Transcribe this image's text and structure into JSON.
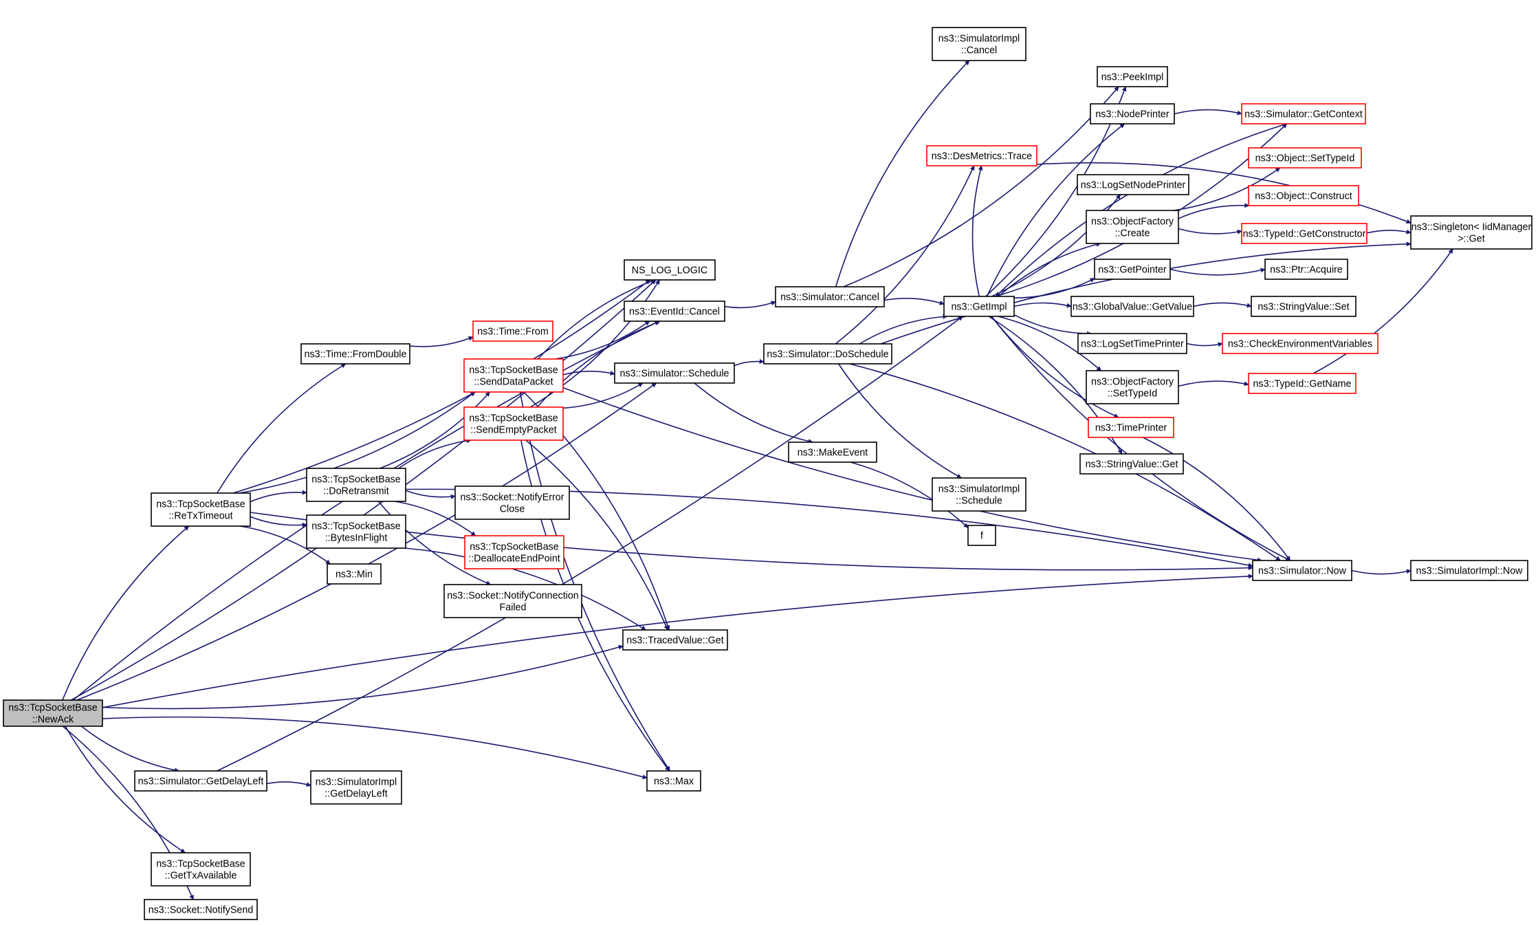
{
  "colors": {
    "edge": "#191970",
    "box_border_default": "#000000",
    "box_border_incomplete": "#ff0000",
    "root_fill": "#bfbfbf",
    "box_fill": "#ffffff"
  },
  "nodes": [
    {
      "id": "newack",
      "lines": [
        "ns3::TcpSocketBase",
        "::NewAck"
      ],
      "style": "root"
    },
    {
      "id": "ns_log_logic",
      "lines": [
        "NS_LOG_LOGIC"
      ],
      "style": "normal"
    },
    {
      "id": "eventid_cancel",
      "lines": [
        "ns3::EventId::Cancel"
      ],
      "style": "normal"
    },
    {
      "id": "sim_cancel",
      "lines": [
        "ns3::Simulator::Cancel"
      ],
      "style": "normal"
    },
    {
      "id": "simimpl_cancel",
      "lines": [
        "ns3::SimulatorImpl",
        "::Cancel"
      ],
      "style": "normal"
    },
    {
      "id": "peekimpl",
      "lines": [
        "ns3::PeekImpl"
      ],
      "style": "normal"
    },
    {
      "id": "nodeprinter",
      "lines": [
        "ns3::NodePrinter"
      ],
      "style": "normal"
    },
    {
      "id": "sim_getcontext",
      "lines": [
        "ns3::Simulator::GetContext"
      ],
      "style": "incomplete"
    },
    {
      "id": "desmetrics_trace",
      "lines": [
        "ns3::DesMetrics::Trace"
      ],
      "style": "incomplete"
    },
    {
      "id": "object_settypeid",
      "lines": [
        "ns3::Object::SetTypeId"
      ],
      "style": "incomplete"
    },
    {
      "id": "logsetnodeprinter",
      "lines": [
        "ns3::LogSetNodePrinter"
      ],
      "style": "normal"
    },
    {
      "id": "object_construct",
      "lines": [
        "ns3::Object::Construct"
      ],
      "style": "incomplete"
    },
    {
      "id": "objectfactory_create",
      "lines": [
        "ns3::ObjectFactory",
        "::Create"
      ],
      "style": "normal"
    },
    {
      "id": "typeid_getconstructor",
      "lines": [
        "ns3::TypeId::GetConstructor"
      ],
      "style": "incomplete"
    },
    {
      "id": "singleton_get",
      "lines": [
        "ns3::Singleton< IidManager",
        ">::Get"
      ],
      "style": "normal"
    },
    {
      "id": "getpointer",
      "lines": [
        "ns3::GetPointer"
      ],
      "style": "normal"
    },
    {
      "id": "ptr_acquire",
      "lines": [
        "ns3::Ptr::Acquire"
      ],
      "style": "normal"
    },
    {
      "id": "getimpl",
      "lines": [
        "ns3::GetImpl"
      ],
      "style": "normal"
    },
    {
      "id": "globalvalue_getvalue",
      "lines": [
        "ns3::GlobalValue::GetValue"
      ],
      "style": "normal"
    },
    {
      "id": "stringvalue_set",
      "lines": [
        "ns3::StringValue::Set"
      ],
      "style": "normal"
    },
    {
      "id": "logsettimeprinter",
      "lines": [
        "ns3::LogSetTimePrinter"
      ],
      "style": "normal"
    },
    {
      "id": "checkenvvars",
      "lines": [
        "ns3::CheckEnvironmentVariables"
      ],
      "style": "incomplete"
    },
    {
      "id": "objectfactory_settypeid",
      "lines": [
        "ns3::ObjectFactory",
        "::SetTypeId"
      ],
      "style": "normal"
    },
    {
      "id": "typeid_getname",
      "lines": [
        "ns3::TypeId::GetName"
      ],
      "style": "incomplete"
    },
    {
      "id": "timeprinter",
      "lines": [
        "ns3::TimePrinter"
      ],
      "style": "incomplete"
    },
    {
      "id": "stringvalue_get",
      "lines": [
        "ns3::StringValue::Get"
      ],
      "style": "normal"
    },
    {
      "id": "time_from",
      "lines": [
        "ns3::Time::From"
      ],
      "style": "incomplete"
    },
    {
      "id": "time_fromdouble",
      "lines": [
        "ns3::Time::FromDouble"
      ],
      "style": "normal"
    },
    {
      "id": "senddatapacket",
      "lines": [
        "ns3::TcpSocketBase",
        "::SendDataPacket"
      ],
      "style": "incomplete"
    },
    {
      "id": "sim_schedule",
      "lines": [
        "ns3::Simulator::Schedule"
      ],
      "style": "normal"
    },
    {
      "id": "sim_doschedule",
      "lines": [
        "ns3::Simulator::DoSchedule"
      ],
      "style": "normal"
    },
    {
      "id": "sendemptypacket",
      "lines": [
        "ns3::TcpSocketBase",
        "::SendEmptyPacket"
      ],
      "style": "incomplete"
    },
    {
      "id": "makeevent",
      "lines": [
        "ns3::MakeEvent"
      ],
      "style": "normal"
    },
    {
      "id": "doretransmit",
      "lines": [
        "ns3::TcpSocketBase",
        "::DoRetransmit"
      ],
      "style": "normal"
    },
    {
      "id": "retxtimeout",
      "lines": [
        "ns3::TcpSocketBase",
        "::ReTxTimeout"
      ],
      "style": "normal"
    },
    {
      "id": "notifyerrorclose",
      "lines": [
        "ns3::Socket::NotifyError",
        "Close"
      ],
      "style": "normal"
    },
    {
      "id": "simimpl_schedule",
      "lines": [
        "ns3::SimulatorImpl",
        "::Schedule"
      ],
      "style": "normal"
    },
    {
      "id": "bytesinflight",
      "lines": [
        "ns3::TcpSocketBase",
        "::BytesInFlight"
      ],
      "style": "normal"
    },
    {
      "id": "f",
      "lines": [
        "f"
      ],
      "style": "normal"
    },
    {
      "id": "deallocateendpoint",
      "lines": [
        "ns3::TcpSocketBase",
        "::DeallocateEndPoint"
      ],
      "style": "incomplete"
    },
    {
      "id": "min",
      "lines": [
        "ns3::Min"
      ],
      "style": "normal"
    },
    {
      "id": "sim_now",
      "lines": [
        "ns3::Simulator::Now"
      ],
      "style": "normal"
    },
    {
      "id": "simimpl_now",
      "lines": [
        "ns3::SimulatorImpl::Now"
      ],
      "style": "normal"
    },
    {
      "id": "notifyconnectionfailed",
      "lines": [
        "ns3::Socket::NotifyConnection",
        "Failed"
      ],
      "style": "normal"
    },
    {
      "id": "tracedvalue_get",
      "lines": [
        "ns3::TracedValue::Get"
      ],
      "style": "normal"
    },
    {
      "id": "sim_getdelayleft",
      "lines": [
        "ns3::Simulator::GetDelayLeft"
      ],
      "style": "normal"
    },
    {
      "id": "simimpl_getdelayleft",
      "lines": [
        "ns3::SimulatorImpl",
        "::GetDelayLeft"
      ],
      "style": "normal"
    },
    {
      "id": "max",
      "lines": [
        "ns3::Max"
      ],
      "style": "normal"
    },
    {
      "id": "gettxavailable",
      "lines": [
        "ns3::TcpSocketBase",
        "::GetTxAvailable"
      ],
      "style": "normal"
    },
    {
      "id": "notifysend",
      "lines": [
        "ns3::Socket::NotifySend"
      ],
      "style": "normal"
    }
  ],
  "edges": [
    [
      "newack",
      "ns_log_logic"
    ],
    [
      "newack",
      "eventid_cancel"
    ],
    [
      "newack",
      "sim_schedule"
    ],
    [
      "newack",
      "retxtimeout"
    ],
    [
      "newack",
      "tracedvalue_get"
    ],
    [
      "newack",
      "sim_now"
    ],
    [
      "newack",
      "sim_getdelayleft"
    ],
    [
      "newack",
      "max"
    ],
    [
      "newack",
      "gettxavailable"
    ],
    [
      "newack",
      "notifysend"
    ],
    [
      "eventid_cancel",
      "sim_cancel"
    ],
    [
      "sim_cancel",
      "simimpl_cancel"
    ],
    [
      "sim_cancel",
      "peekimpl"
    ],
    [
      "sim_cancel",
      "getimpl"
    ],
    [
      "getimpl",
      "peekimpl"
    ],
    [
      "getimpl",
      "nodeprinter"
    ],
    [
      "getimpl",
      "sim_getcontext"
    ],
    [
      "getimpl",
      "desmetrics_trace"
    ],
    [
      "getimpl",
      "logsetnodeprinter"
    ],
    [
      "getimpl",
      "objectfactory_create"
    ],
    [
      "getimpl",
      "getpointer"
    ],
    [
      "getimpl",
      "globalvalue_getvalue"
    ],
    [
      "getimpl",
      "logsettimeprinter"
    ],
    [
      "getimpl",
      "objectfactory_settypeid"
    ],
    [
      "getimpl",
      "timeprinter"
    ],
    [
      "getimpl",
      "stringvalue_get"
    ],
    [
      "getimpl",
      "sim_now"
    ],
    [
      "nodeprinter",
      "sim_getcontext"
    ],
    [
      "sim_getcontext",
      "getimpl"
    ],
    [
      "desmetrics_trace",
      "singleton_get"
    ],
    [
      "objectfactory_create",
      "object_settypeid"
    ],
    [
      "objectfactory_create",
      "object_construct"
    ],
    [
      "objectfactory_create",
      "typeid_getconstructor"
    ],
    [
      "typeid_getconstructor",
      "singleton_get"
    ],
    [
      "getpointer",
      "ptr_acquire"
    ],
    [
      "globalvalue_getvalue",
      "stringvalue_set"
    ],
    [
      "logsettimeprinter",
      "checkenvvars"
    ],
    [
      "objectfactory_settypeid",
      "typeid_getname"
    ],
    [
      "typeid_getname",
      "singleton_get"
    ],
    [
      "timeprinter",
      "sim_now"
    ],
    [
      "time_fromdouble",
      "time_from"
    ],
    [
      "senddatapacket",
      "ns_log_logic"
    ],
    [
      "senddatapacket",
      "eventid_cancel"
    ],
    [
      "senddatapacket",
      "sim_schedule"
    ],
    [
      "senddatapacket",
      "sim_now"
    ],
    [
      "senddatapacket",
      "tracedvalue_get"
    ],
    [
      "senddatapacket",
      "max"
    ],
    [
      "sim_schedule",
      "sim_doschedule"
    ],
    [
      "sim_schedule",
      "makeevent"
    ],
    [
      "sim_doschedule",
      "getimpl"
    ],
    [
      "sim_doschedule",
      "desmetrics_trace"
    ],
    [
      "sim_doschedule",
      "singleton_get"
    ],
    [
      "sim_doschedule",
      "simimpl_schedule"
    ],
    [
      "sim_doschedule",
      "sim_now"
    ],
    [
      "sendemptypacket",
      "ns_log_logic"
    ],
    [
      "sendemptypacket",
      "eventid_cancel"
    ],
    [
      "sendemptypacket",
      "sim_schedule"
    ],
    [
      "sendemptypacket",
      "tracedvalue_get"
    ],
    [
      "sendemptypacket",
      "max"
    ],
    [
      "makeevent",
      "f"
    ],
    [
      "doretransmit",
      "senddatapacket"
    ],
    [
      "doretransmit",
      "sendemptypacket"
    ],
    [
      "doretransmit",
      "notifyerrorclose"
    ],
    [
      "doretransmit",
      "deallocateendpoint"
    ],
    [
      "doretransmit",
      "notifyconnectionfailed"
    ],
    [
      "doretransmit",
      "sim_now"
    ],
    [
      "retxtimeout",
      "ns_log_logic"
    ],
    [
      "retxtimeout",
      "time_fromdouble"
    ],
    [
      "retxtimeout",
      "senddatapacket"
    ],
    [
      "retxtimeout",
      "doretransmit"
    ],
    [
      "retxtimeout",
      "bytesinflight"
    ],
    [
      "retxtimeout",
      "min"
    ],
    [
      "retxtimeout",
      "sim_now"
    ],
    [
      "bytesinflight",
      "tracedvalue_get"
    ],
    [
      "sim_now",
      "simimpl_now"
    ],
    [
      "sim_getdelayleft",
      "simimpl_getdelayleft"
    ],
    [
      "sim_getdelayleft",
      "getimpl"
    ]
  ]
}
